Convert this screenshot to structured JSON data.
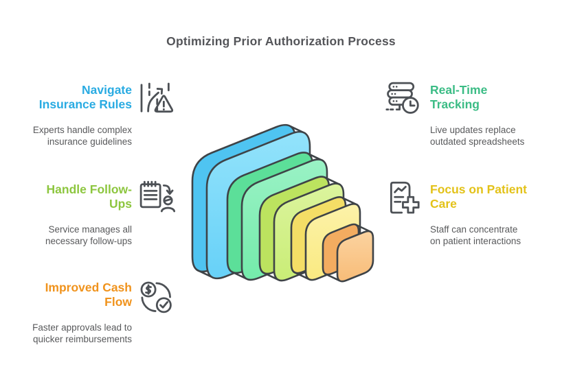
{
  "title": "Optimizing Prior Authorization Process",
  "colors": {
    "title_text": "#545559",
    "body_text": "#58595B",
    "icon_stroke": "#4D5156",
    "stack_outline": "#3E4347"
  },
  "sections": {
    "left": [
      {
        "id": "navigate-insurance-rules",
        "heading_lines": [
          "Navigate",
          "Insurance Rules"
        ],
        "body_lines": [
          "Experts handle complex",
          "insurance guidelines"
        ],
        "heading_color": "#29ABE2",
        "icon": "road-warning-icon"
      },
      {
        "id": "handle-follow-ups",
        "heading_lines": [
          "Handle Follow-",
          "Ups"
        ],
        "body_lines": [
          "Service manages all",
          "necessary follow-ups"
        ],
        "heading_color": "#8DC63F",
        "icon": "clipboard-person-icon"
      },
      {
        "id": "improved-cash-flow",
        "heading_lines": [
          "Improved Cash",
          "Flow"
        ],
        "body_lines": [
          "Faster approvals lead to",
          "quicker reimbursements"
        ],
        "heading_color": "#F0931D",
        "icon": "dollar-check-icon"
      }
    ],
    "right": [
      {
        "id": "real-time-tracking",
        "heading_lines": [
          "Real-Time",
          "Tracking"
        ],
        "body_lines": [
          "Live updates replace",
          "outdated spreadsheets"
        ],
        "heading_color": "#3BBC85",
        "icon": "server-clock-icon"
      },
      {
        "id": "focus-on-patient-care",
        "heading_lines": [
          "Focus on Patient",
          "Care"
        ],
        "body_lines": [
          "Staff can concentrate",
          "on patient interactions"
        ],
        "heading_color": "#E3C219",
        "icon": "document-plus-icon"
      }
    ]
  },
  "infographic_stack": {
    "description": "Five nested isometric rounded squares, largest (back-left) to smallest (front-right)",
    "layers": [
      {
        "name": "layer-1-largest",
        "fill": "#67D1F8",
        "fill_light": "#93E3FB",
        "fill_back": "#4FC4F1"
      },
      {
        "name": "layer-2",
        "fill": "#74EBAB",
        "fill_light": "#9AF2C5",
        "fill_back": "#5CDF99"
      },
      {
        "name": "layer-3",
        "fill": "#C9ED76",
        "fill_light": "#DCF49E",
        "fill_back": "#BCE35F"
      },
      {
        "name": "layer-4",
        "fill": "#FAEA81",
        "fill_light": "#FCF2A9",
        "fill_back": "#F4DE66"
      },
      {
        "name": "layer-5-smallest",
        "fill": "#F8BC78",
        "fill_light": "#FBD3A0",
        "fill_back": "#F3AC60"
      }
    ]
  }
}
